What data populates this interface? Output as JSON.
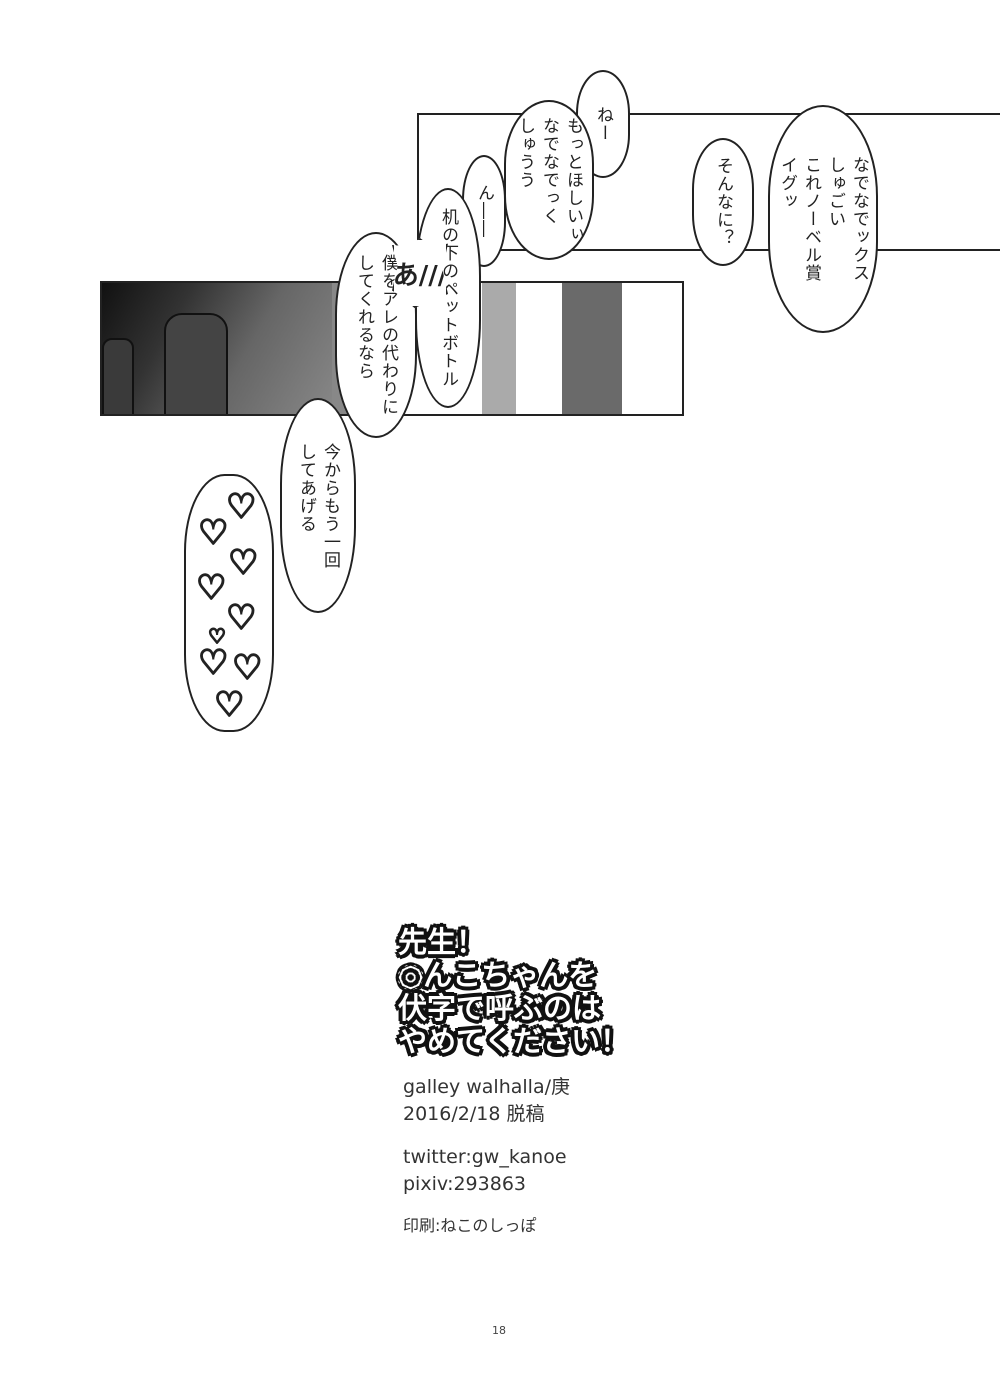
{
  "bubbles": {
    "b1": "なでなでックス\nしゅごい\nこれノーベル賞\nイグッ",
    "b2": "そんなに？",
    "b3": "ねー",
    "b4": "もっとほしいぃ\nなでなでっく\nしゅうう",
    "b5": "ん――",
    "b6": "机の下のペットボトル",
    "b7": "あ///",
    "b8": "僕をアレの代わりに\nしてくれるなら",
    "b9": "今からもう一回\nしてあげる",
    "hearts": "♡"
  },
  "colophon": {
    "title_lines": [
      "先生！",
      "◎んこちゃんを",
      "伏字で呼ぶのは",
      "やめてください！"
    ],
    "circle": "galley walhalla/庚",
    "date": "2016/2/18 脱稿",
    "twitter": "twitter:gw_kanoe",
    "pixiv": "pixiv:293863",
    "printer": "印刷:ねこのしっぽ"
  },
  "page_number": "18"
}
